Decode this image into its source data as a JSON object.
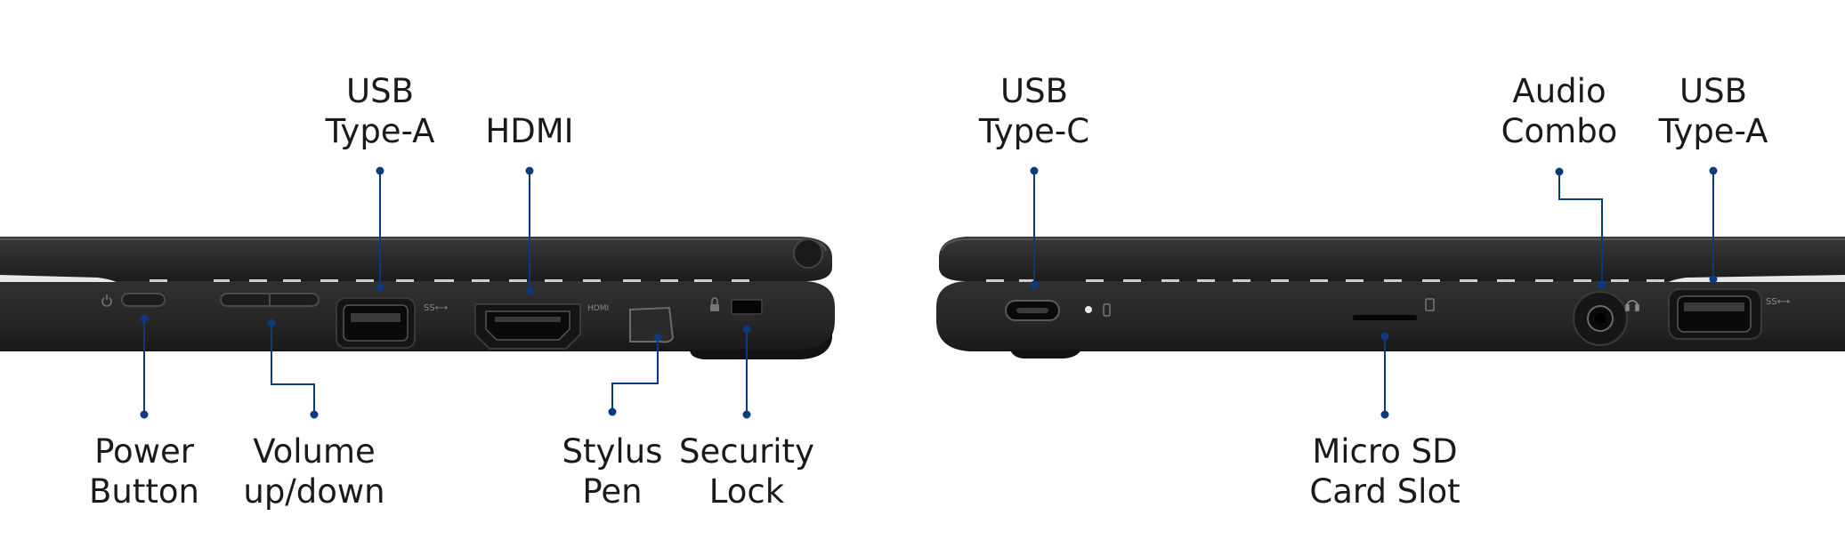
{
  "colors": {
    "callout_line": "#0b3a7e",
    "callout_dot": "#0b3a7e",
    "laptop_body": "#2b2b2b",
    "laptop_dark": "#161616",
    "port_black": "#0a0a0a",
    "label_text": "#1a1a1a"
  },
  "left_side": {
    "top_labels": {
      "usb_type_a": {
        "line1": "USB",
        "line2": "Type-A"
      },
      "hdmi": {
        "line1": "HDMI"
      }
    },
    "bottom_labels": {
      "power_button": {
        "line1": "Power",
        "line2": "Button"
      },
      "volume": {
        "line1": "Volume",
        "line2": "up/down"
      },
      "stylus_pen": {
        "line1": "Stylus",
        "line2": "Pen"
      },
      "security_lock": {
        "line1": "Security",
        "line2": "Lock"
      }
    },
    "icons": {
      "power": "power-icon",
      "usb_superspeed": "usb-superspeed-icon",
      "hdmi": "hdmi-icon",
      "lock": "lock-icon"
    }
  },
  "right_side": {
    "top_labels": {
      "usb_type_c": {
        "line1": "USB",
        "line2": "Type-C"
      },
      "audio_combo": {
        "line1": "Audio",
        "line2": "Combo"
      },
      "usb_type_a": {
        "line1": "USB",
        "line2": "Type-A"
      }
    },
    "bottom_labels": {
      "micro_sd": {
        "line1": "Micro SD",
        "line2": "Card Slot"
      }
    },
    "icons": {
      "led": "status-led-icon",
      "battery": "battery-icon",
      "sd": "sd-card-icon",
      "headphone": "headphone-icon",
      "usb_superspeed": "usb-superspeed-icon"
    }
  }
}
